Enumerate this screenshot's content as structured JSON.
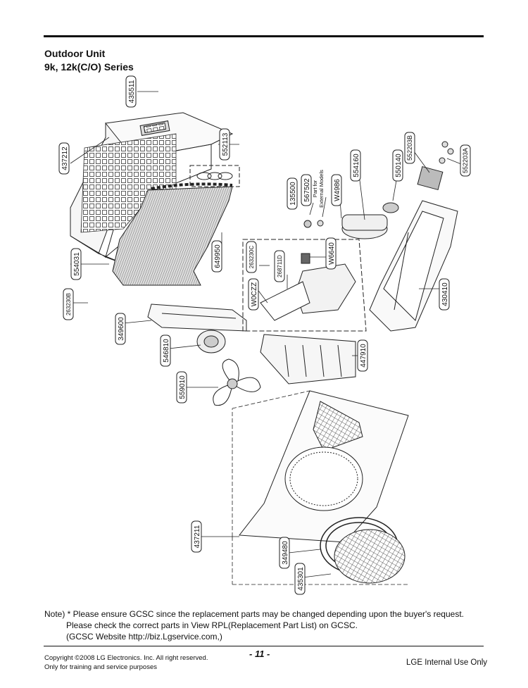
{
  "header": {
    "title": "Outdoor Unit",
    "subtitle": "9k, 12k(C/O) Series"
  },
  "parts": {
    "p435511": "435511",
    "p437212": "437212",
    "p552113": "552113",
    "p554031": "554031",
    "p649950": "649950",
    "p263230B": "263230B",
    "p349600": "349600",
    "p546810": "546810",
    "p559010": "559010",
    "p437211": "437211",
    "p349480": "349480",
    "p435301": "435301",
    "p135500": "135500",
    "p567502": "567502",
    "p_W4986": "W4986",
    "p554160": "554160",
    "p550140": "550140",
    "p552203B": "552203B",
    "p552203A": "552203A",
    "p430410": "430410",
    "p263230C": "263230C",
    "p268711D": "268711D",
    "p_W6640": "W6640",
    "p_W0CZZ": "W0CZZ",
    "p447910": "447910"
  },
  "part_for_note": [
    "Part for",
    "External Models"
  ],
  "note": {
    "line1": "Note) * Please ensure GCSC since the replacement parts may be changed depending upon the buyer's request.",
    "line2": "Please check  the correct parts in View RPL(Replacement Part List) on GCSC.",
    "line3": "(GCSC Website  http://biz.Lgservice.com,)"
  },
  "footer": {
    "copyright": "Copyright ©2008 LG Electronics. Inc. All right reserved.",
    "training": "Only for training and service purposes",
    "page": "- 11 -",
    "internal": "LGE Internal Use Only"
  }
}
